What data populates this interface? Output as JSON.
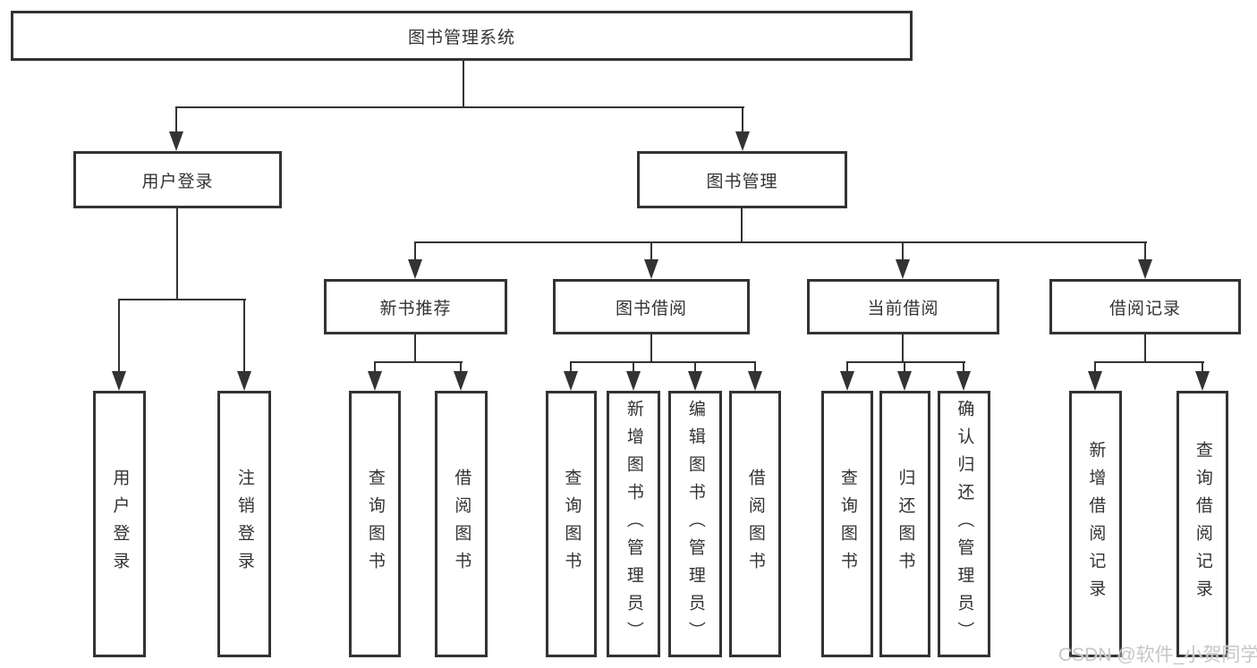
{
  "diagram_type": "hierarchy-tree",
  "colors": {
    "line": "#333333",
    "text": "#333333",
    "background": "#ffffff",
    "watermark": "#c7c7c7"
  },
  "watermark": "CSDN @软件_小贺同学",
  "tree": {
    "label": "图书管理系统",
    "children": [
      {
        "label": "用户登录",
        "children": [
          {
            "label": "用户登录"
          },
          {
            "label": "注销登录"
          }
        ]
      },
      {
        "label": "图书管理",
        "children": [
          {
            "label": "新书推荐",
            "children": [
              {
                "label": "查询图书"
              },
              {
                "label": "借阅图书"
              }
            ]
          },
          {
            "label": "图书借阅",
            "children": [
              {
                "label": "查询图书"
              },
              {
                "label": "新增图书（管理员）"
              },
              {
                "label": "编辑图书（管理员）"
              },
              {
                "label": "借阅图书"
              }
            ]
          },
          {
            "label": "当前借阅",
            "children": [
              {
                "label": "查询图书"
              },
              {
                "label": "归还图书"
              },
              {
                "label": "确认归还（管理员）"
              }
            ]
          },
          {
            "label": "借阅记录",
            "children": [
              {
                "label": "新增借阅记录"
              },
              {
                "label": "查询借阅记录"
              }
            ]
          }
        ]
      }
    ]
  }
}
